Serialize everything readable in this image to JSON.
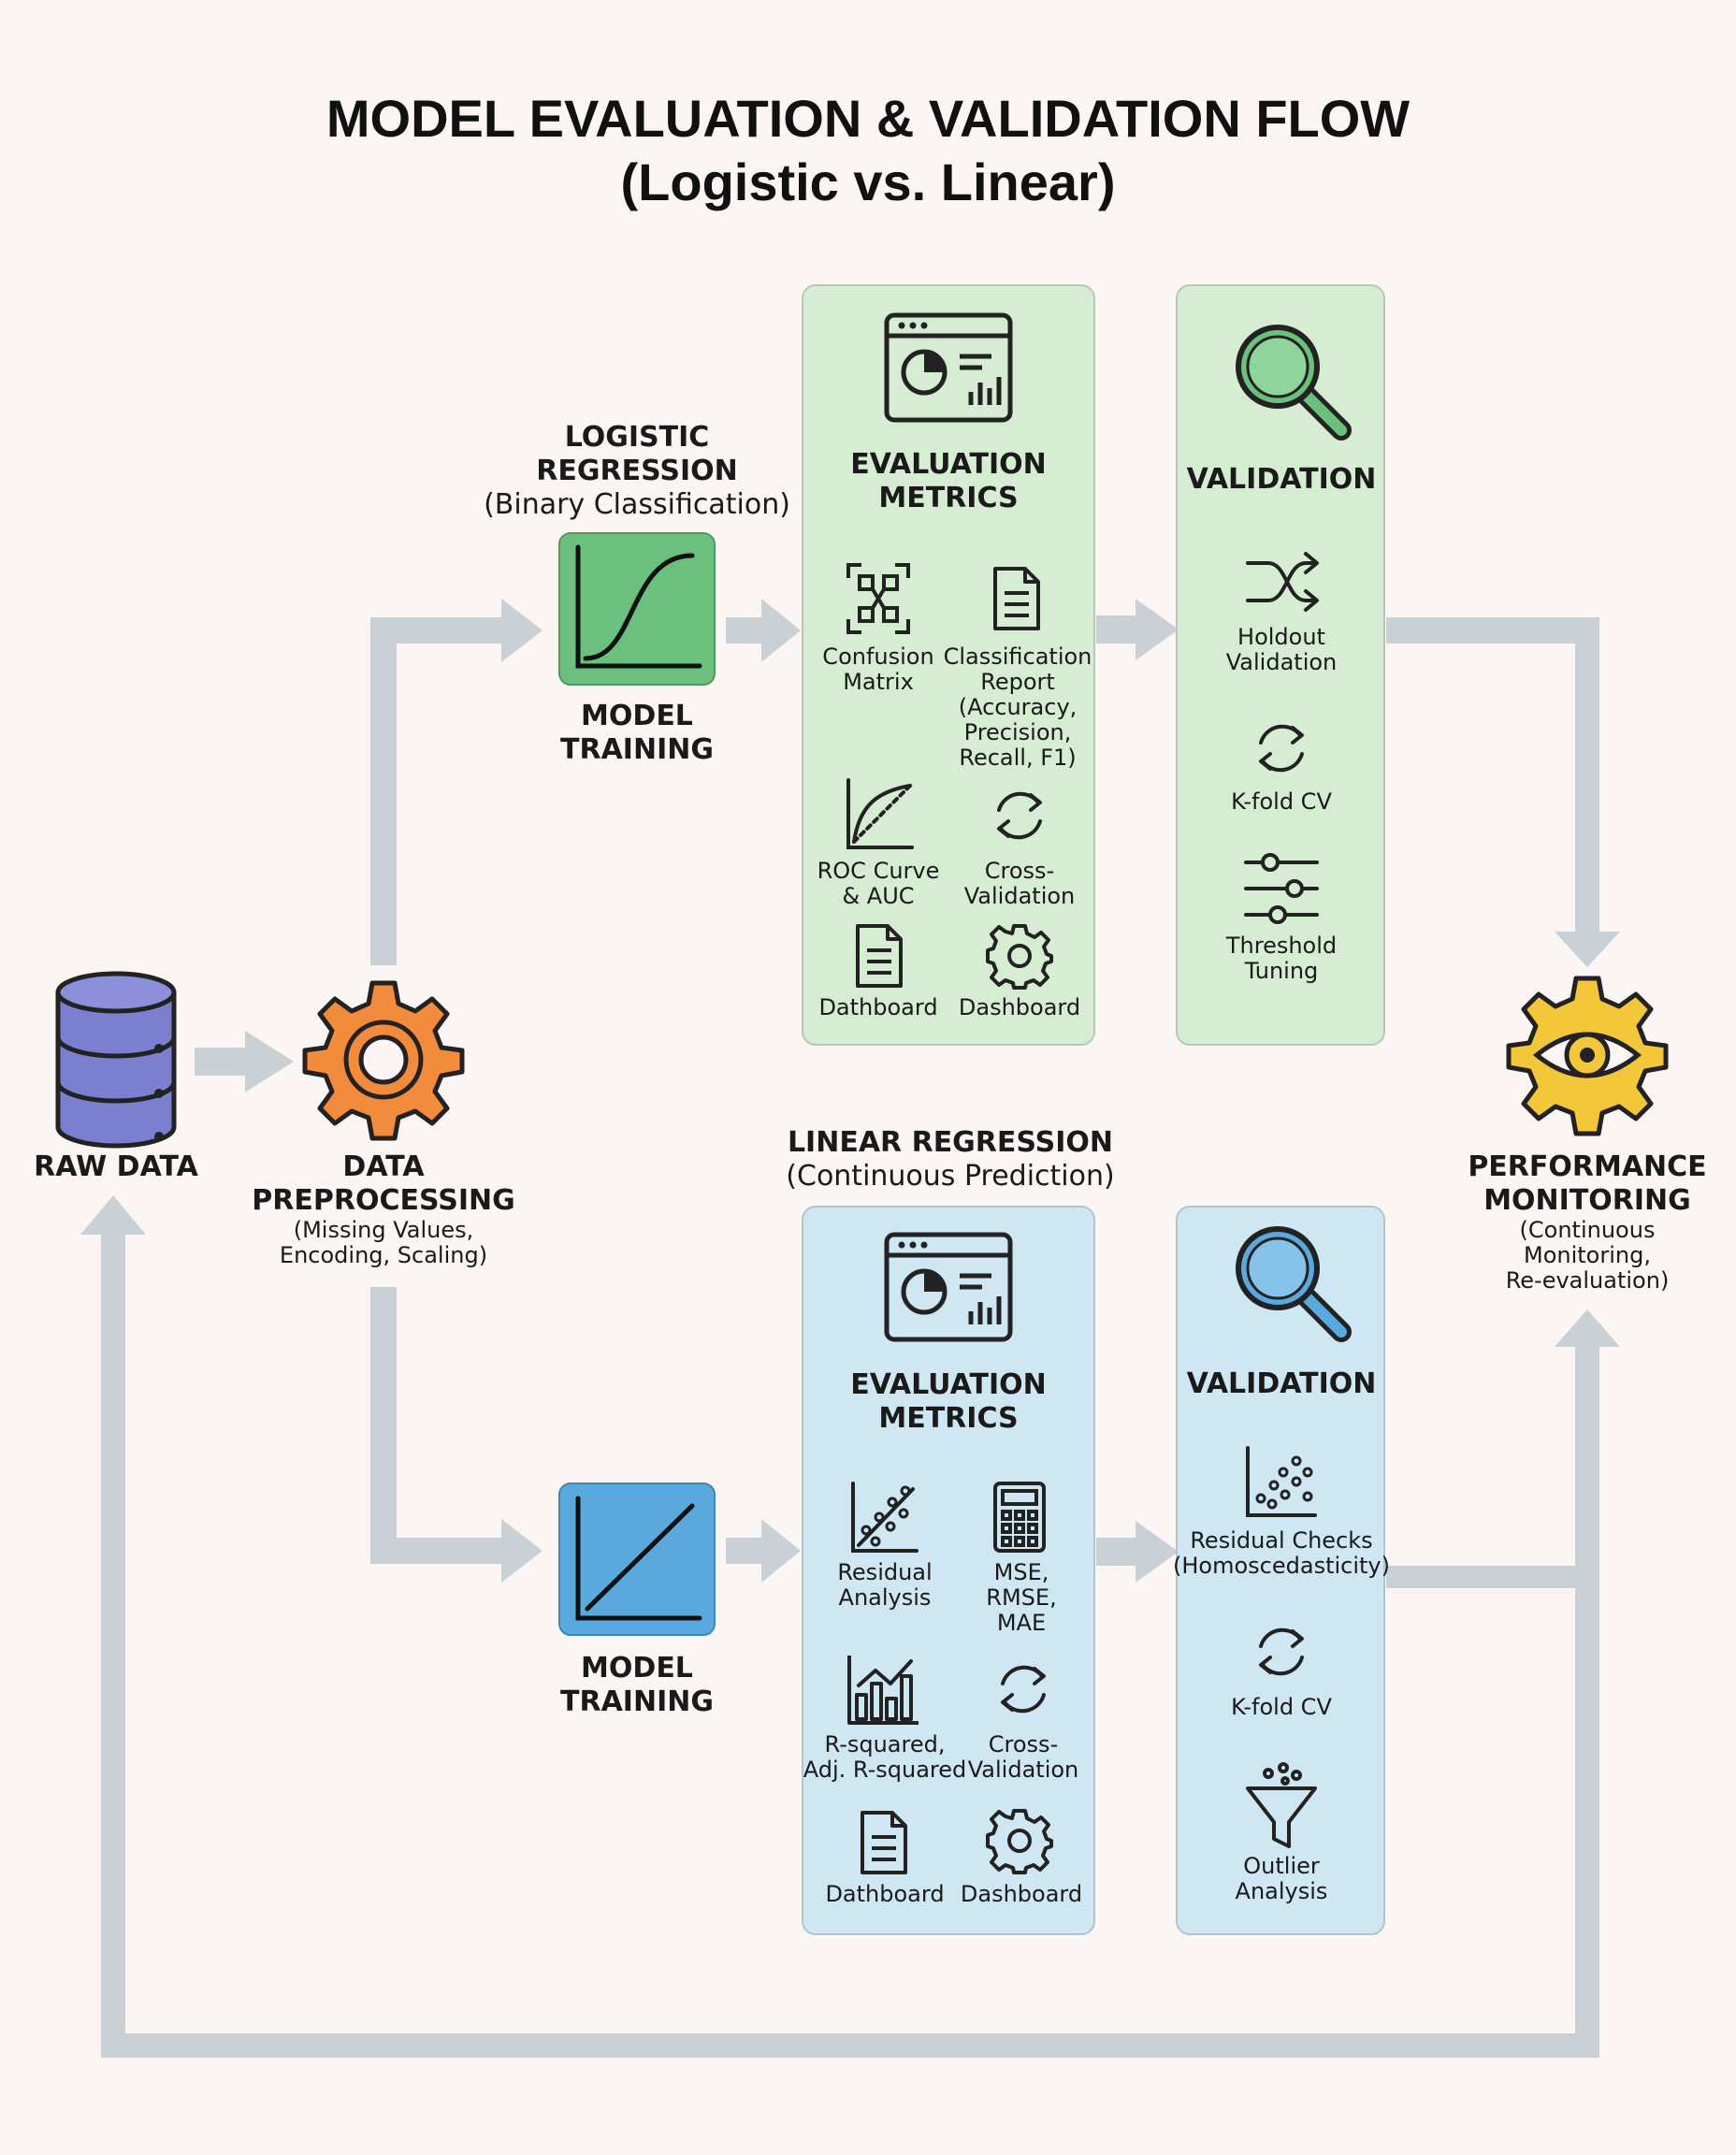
{
  "title": {
    "line1": "MODEL EVALUATION & VALIDATION FLOW",
    "line2": "(Logistic vs. Linear)"
  },
  "colors": {
    "background": "#fbf6f3",
    "arrow": "#c9d0d6",
    "green_panel": "#d6ecd3",
    "blue_panel": "#cfe6f3",
    "green_icon": "#6cc07d",
    "blue_icon": "#5aa9de",
    "orange_gear": "#f28b3c",
    "yellow_gear": "#f4c73a",
    "database": "#7b7fcf"
  },
  "nodes": {
    "raw_data": {
      "label": "RAW DATA",
      "icon": "database-icon"
    },
    "preprocessing": {
      "label": [
        "DATA",
        "PREPROCESSING"
      ],
      "detail": [
        "(Missing Values,",
        "Encoding, Scaling)"
      ],
      "icon": "gear-icon"
    },
    "monitoring": {
      "label": [
        "PERFORMANCE",
        "MONITORING"
      ],
      "detail": [
        "(Continuous",
        "Monitoring,",
        "Re-evaluation)"
      ],
      "icon": "eye-gear-icon"
    }
  },
  "logistic": {
    "title": [
      "LOGISTIC",
      "REGRESSION"
    ],
    "subtitle": "(Binary Classification)",
    "training_label": [
      "MODEL",
      "TRAINING"
    ],
    "metrics": {
      "title": [
        "EVALUATION",
        "METRICS"
      ],
      "items": [
        {
          "icon": "confusion-matrix-icon",
          "label": [
            "Confusion",
            "Matrix"
          ]
        },
        {
          "icon": "document-icon",
          "label": [
            "Classification",
            "Report",
            "(Accuracy,",
            "Precision,",
            "Recall, F1)"
          ]
        },
        {
          "icon": "roc-curve-icon",
          "label": [
            "ROC Curve",
            "& AUC"
          ]
        },
        {
          "icon": "refresh-icon",
          "label": [
            "Cross-",
            "Validation"
          ]
        },
        {
          "icon": "document-icon",
          "label": [
            "Dathboard"
          ]
        },
        {
          "icon": "gear-icon",
          "label": [
            "Dashboard"
          ]
        }
      ]
    },
    "validation": {
      "title": "VALIDATION",
      "items": [
        {
          "icon": "shuffle-icon",
          "label": [
            "Holdout",
            "Validation"
          ]
        },
        {
          "icon": "refresh-icon",
          "label": [
            "K-fold CV"
          ]
        },
        {
          "icon": "sliders-icon",
          "label": [
            "Threshold",
            "Tuning"
          ]
        }
      ]
    }
  },
  "linear": {
    "title": "LINEAR REGRESSION",
    "subtitle": "(Continuous Prediction)",
    "training_label": [
      "MODEL",
      "TRAINING"
    ],
    "metrics": {
      "title": [
        "EVALUATION",
        "METRICS"
      ],
      "items": [
        {
          "icon": "scatter-icon",
          "label": [
            "Residual",
            "Analysis"
          ]
        },
        {
          "icon": "calculator-icon",
          "label": [
            "MSE,",
            "RMSE,",
            "MAE"
          ]
        },
        {
          "icon": "bar-chart-icon",
          "label": [
            "R-squared,",
            "Adj. R-squared"
          ]
        },
        {
          "icon": "refresh-icon",
          "label": [
            "Cross-",
            "Validation"
          ]
        },
        {
          "icon": "document-icon",
          "label": [
            "Dathboard"
          ]
        },
        {
          "icon": "gear-icon",
          "label": [
            "Dashboard"
          ]
        }
      ]
    },
    "validation": {
      "title": "VALIDATION",
      "items": [
        {
          "icon": "scatter-plot-icon",
          "label": [
            "Residual Checks",
            "(Homoscedasticity)"
          ]
        },
        {
          "icon": "refresh-icon",
          "label": [
            "K-fold CV"
          ]
        },
        {
          "icon": "funnel-icon",
          "label": [
            "Outlier",
            "Analysis"
          ]
        }
      ]
    }
  }
}
